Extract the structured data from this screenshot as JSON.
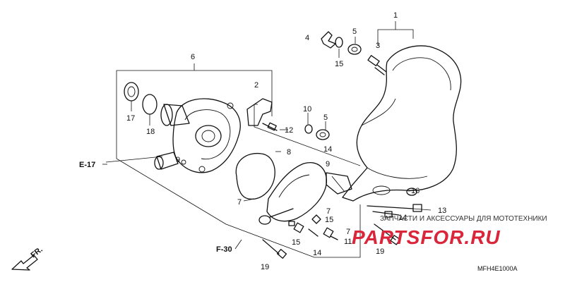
{
  "callouts": [
    "1",
    "2",
    "3",
    "4",
    "5",
    "5",
    "6",
    "7",
    "7",
    "7",
    "8",
    "9",
    "9",
    "10",
    "11",
    "12",
    "13",
    "14",
    "14",
    "14",
    "15",
    "15",
    "15",
    "16",
    "17",
    "18",
    "19",
    "19"
  ],
  "refs": {
    "e17": "E-17",
    "f30": "F-30",
    "fr": "FR."
  },
  "watermark": {
    "tagline": "ЗАПЧАСТИ И АКСЕССУАРЫ ДЛЯ МОТОТЕХНИКИ",
    "brand": "PARTSFOR.RU"
  },
  "diagram_code": "MFH4E1000A",
  "colors": {
    "line": "#111111",
    "watermark": "#d9263a"
  }
}
